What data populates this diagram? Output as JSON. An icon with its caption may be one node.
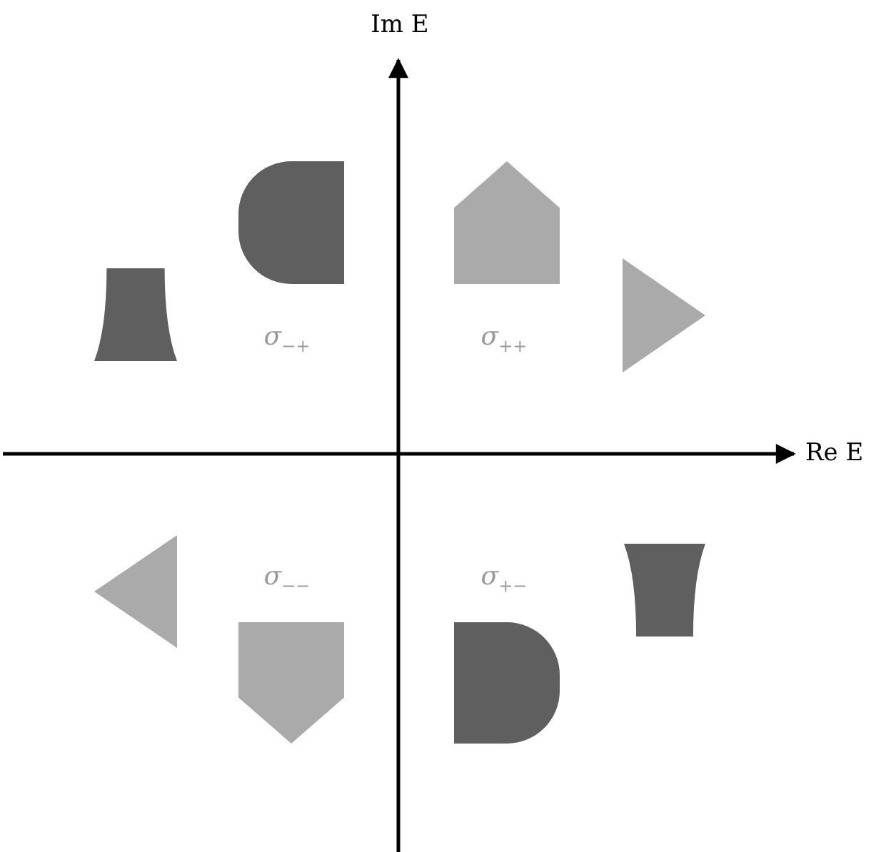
{
  "diagram": {
    "nodes": [
      {
        "text": [],
        "shape": "half-disc"
      },
      {
        "text": [],
        "shape": "pentagon"
      },
      {
        "text": [],
        "shape": "trapezoid"
      },
      {
        "text": [],
        "shape": "triangle"
      },
      {
        "text": [],
        "shape": "triangle"
      },
      {
        "text": [],
        "shape": "pentagon"
      },
      {
        "text": [],
        "shape": "half-disc"
      },
      {
        "text": [],
        "shape": "trapezoid"
      }
    ],
    "labels": [
      "Im E",
      "σ$_{−+}$",
      "σ$_{++}$",
      "Re E",
      "σ$_{−−}$",
      "σ$_{+−}$"
    ]
  }
}
